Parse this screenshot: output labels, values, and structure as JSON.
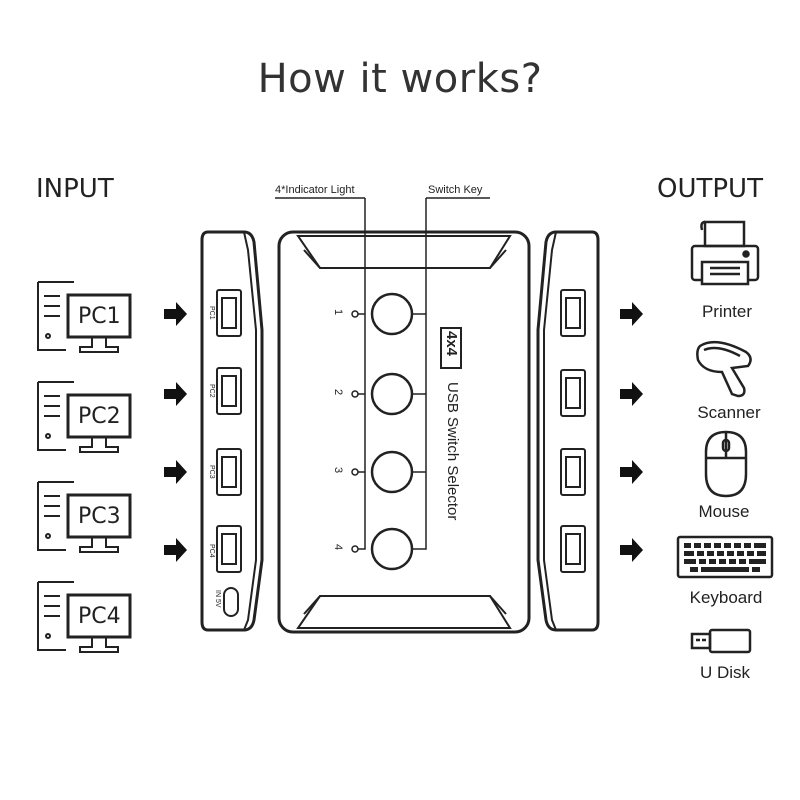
{
  "title": "How it works?",
  "input_heading": "INPUT",
  "output_heading": "OUTPUT",
  "callouts": {
    "indicator": "4*Indicator Light",
    "switch_key": "Switch Key"
  },
  "inputs": [
    {
      "label": "PC1",
      "port_label": "PC1"
    },
    {
      "label": "PC2",
      "port_label": "PC2"
    },
    {
      "label": "PC3",
      "port_label": "PC3"
    },
    {
      "label": "PC4",
      "port_label": "PC4"
    }
  ],
  "power_label": "IN 5V",
  "indicator_numbers": [
    "1",
    "2",
    "3",
    "4"
  ],
  "device": {
    "badge": "4x4",
    "name": "USB Switch Selector"
  },
  "outputs": [
    {
      "label": "Printer",
      "icon": "printer-icon"
    },
    {
      "label": "Scanner",
      "icon": "scanner-icon"
    },
    {
      "label": "Mouse",
      "icon": "mouse-icon"
    },
    {
      "label": "Keyboard",
      "icon": "keyboard-icon"
    },
    {
      "label": "U Disk",
      "icon": "usb-disk-icon"
    }
  ]
}
